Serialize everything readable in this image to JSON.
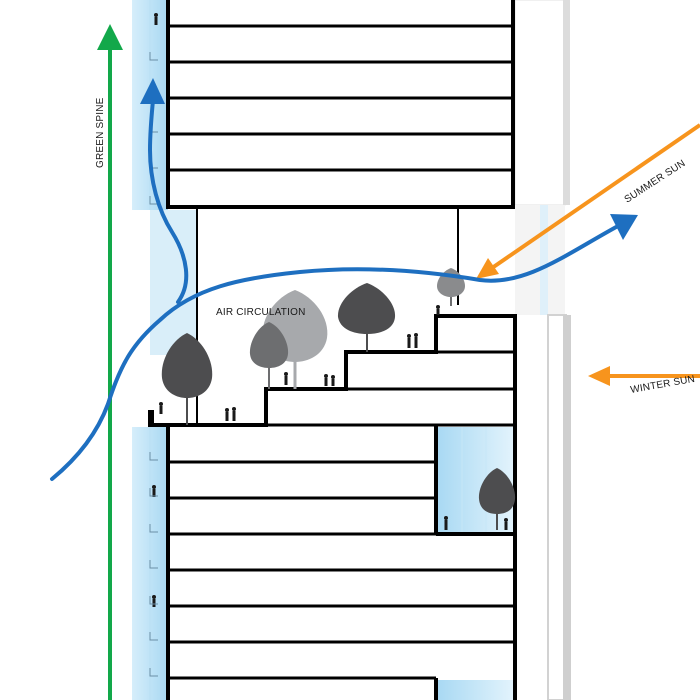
{
  "labels": {
    "green_spine": "GREEN SPINE",
    "air_circulation": "AIR CIRCULATION",
    "summer_sun": "SUMMER SUN",
    "winter_sun": "WINTER SUN"
  },
  "colors": {
    "green_spine": "#12a84a",
    "air_circulation": "#1e6fc0",
    "sun": "#f7941d",
    "glass": "#cfe9f8",
    "tree_dark": "#4d4d4f",
    "tree_mid": "#6d6e70",
    "tree_light": "#a7a9ac",
    "structure": "#000000"
  }
}
